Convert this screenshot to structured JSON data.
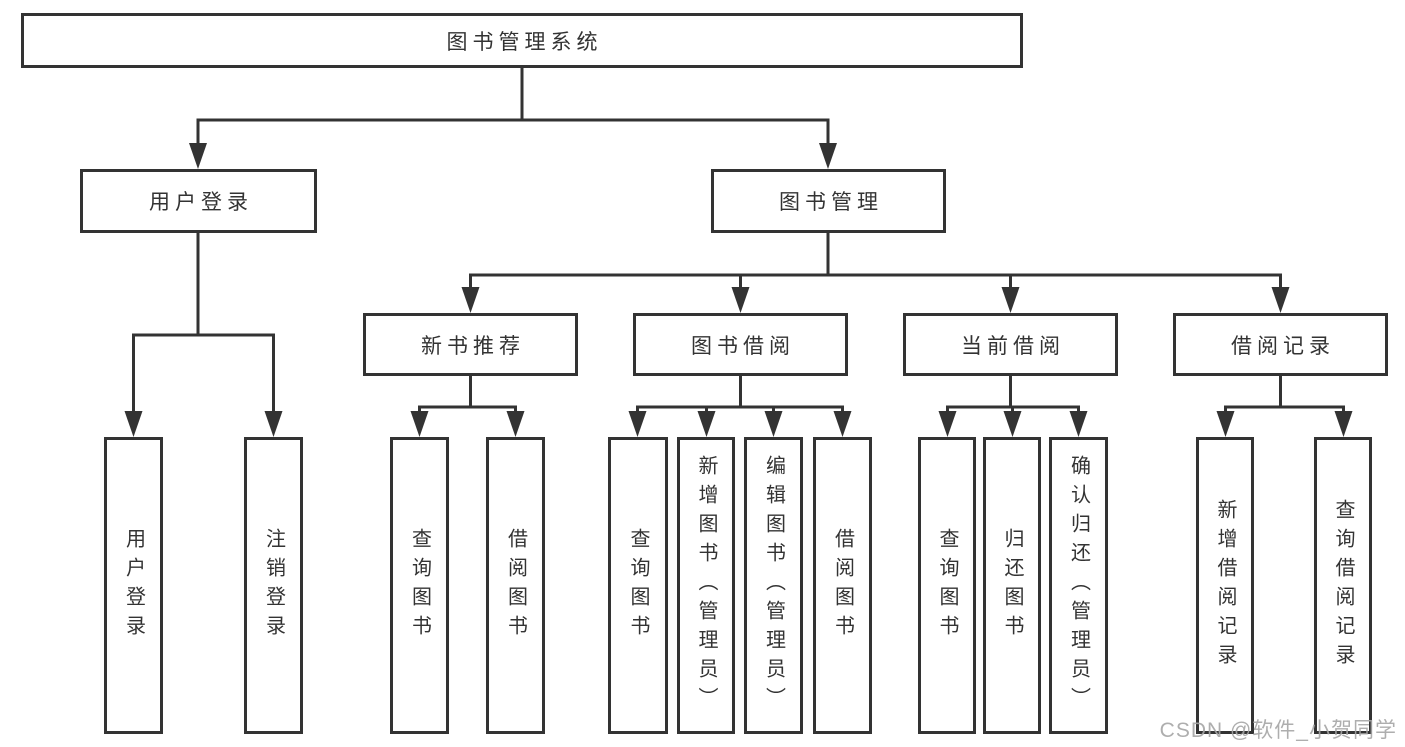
{
  "diagram": {
    "title": "图书管理系统",
    "root": {
      "label": "图书管理系统"
    },
    "branches": [
      {
        "label": "用户登录",
        "children": [
          {
            "label": "用户登录"
          },
          {
            "label": "注销登录"
          }
        ]
      },
      {
        "label": "图书管理",
        "groups": [
          {
            "label": "新书推荐",
            "children": [
              {
                "label": "查询图书"
              },
              {
                "label": "借阅图书"
              }
            ]
          },
          {
            "label": "图书借阅",
            "children": [
              {
                "label": "查询图书"
              },
              {
                "label": "新增图书（管理员）"
              },
              {
                "label": "编辑图书（管理员）"
              },
              {
                "label": "借阅图书"
              }
            ]
          },
          {
            "label": "当前借阅",
            "children": [
              {
                "label": "查询图书"
              },
              {
                "label": "归还图书"
              },
              {
                "label": "确认归还（管理员）"
              }
            ]
          },
          {
            "label": "借阅记录",
            "children": [
              {
                "label": "新增借阅记录"
              },
              {
                "label": "查询借阅记录"
              }
            ]
          }
        ]
      }
    ],
    "colors": {
      "line": "#333333",
      "text": "#333333",
      "background": "#ffffff",
      "watermark": "#a6a6a6"
    },
    "watermark": "CSDN @软件_小贺同学"
  }
}
